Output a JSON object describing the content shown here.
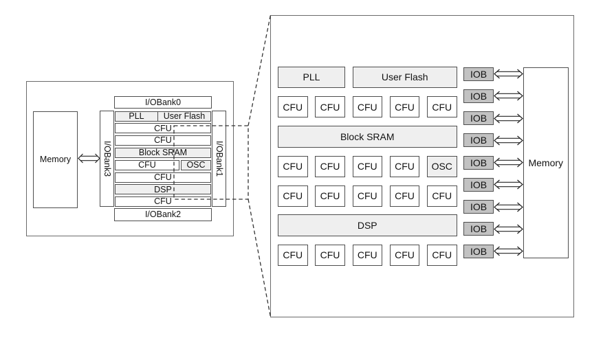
{
  "left": {
    "memory_label": "Memory",
    "banks": {
      "top": "I/OBank0",
      "right": "I/OBank1",
      "bottom": "I/OBank2",
      "left": "I/OBank3"
    },
    "rows": [
      {
        "cells": [
          "PLL",
          "User Flash"
        ]
      },
      {
        "cells": [
          "CFU"
        ]
      },
      {
        "cells": [
          "CFU"
        ]
      },
      {
        "cells": [
          "Block SRAM"
        ]
      },
      {
        "cells": [
          "CFU",
          "OSC"
        ]
      },
      {
        "cells": [
          "CFU"
        ]
      },
      {
        "cells": [
          "DSP"
        ]
      },
      {
        "cells": [
          "CFU"
        ]
      }
    ]
  },
  "right": {
    "top_row": [
      "PLL",
      "User Flash"
    ],
    "wide_blocks": [
      "Block SRAM",
      "DSP"
    ],
    "cfu_grid": [
      [
        "CFU",
        "CFU",
        "CFU",
        "CFU",
        "CFU"
      ],
      [
        "CFU",
        "CFU",
        "CFU",
        "CFU",
        "OSC"
      ],
      [
        "CFU",
        "CFU",
        "CFU",
        "CFU",
        "CFU"
      ],
      [
        "CFU",
        "CFU",
        "CFU",
        "CFU",
        "CFU"
      ]
    ],
    "iob_labels": [
      "IOB",
      "IOB",
      "IOB",
      "IOB",
      "IOB",
      "IOB",
      "IOB",
      "IOB",
      "IOB"
    ],
    "memory_label": "Memory"
  },
  "colors": {
    "light_block_fill": "#efefef",
    "iob_fill": "#c2c2c2",
    "box_border": "#4d4d4d",
    "outline_border": "#6a6a6a",
    "dash_line": "#333333",
    "text": "#111111",
    "background": "#ffffff"
  }
}
